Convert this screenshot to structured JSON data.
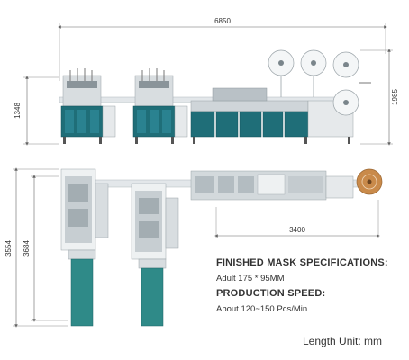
{
  "dimensions": {
    "total_length": "6850",
    "total_height": "1985",
    "machine_height": "1348",
    "line_length": "3400",
    "overall_width": "3554",
    "station_width": "3684"
  },
  "specs": {
    "mask_heading": "FINISHED MASK SPECIFICATIONS:",
    "mask_value": "Adult 175 * 95MM",
    "speed_heading": "PRODUCTION SPEED:",
    "speed_value": "About 120~150 Pcs/Min"
  },
  "unit_label": "Length Unit: mm",
  "colors": {
    "panel_teal": "#1f6e78",
    "conveyor_teal": "#2f8a88",
    "machine_gray": "#d8dde0",
    "dimension_line": "#666666",
    "roll_accent": "#c98a4a"
  }
}
